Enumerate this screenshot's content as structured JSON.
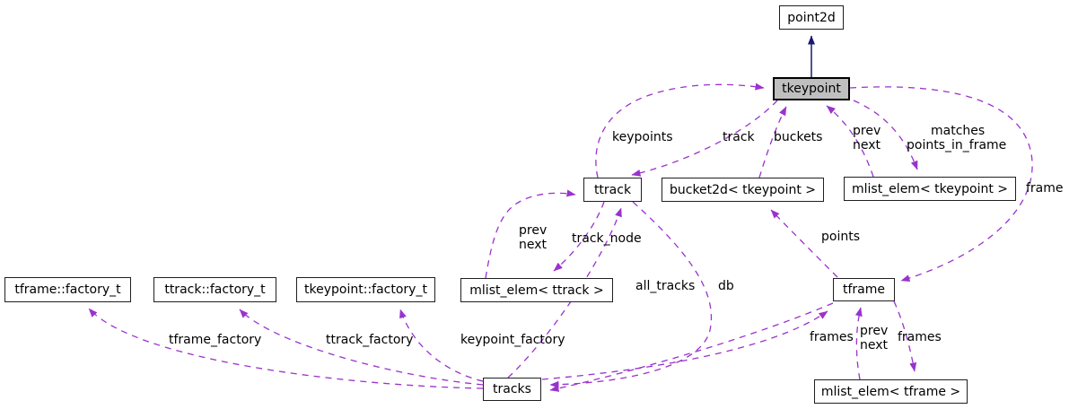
{
  "diagram": {
    "type": "collaboration-graph",
    "highlighted_node": "tkeypoint",
    "colors": {
      "usage_edge": "#9a32cd",
      "inheritance_edge": "#191970",
      "node_fill": "#ffffff",
      "highlight_fill": "#bfbfbf",
      "node_border": "#1f1f1f",
      "text": "#000000"
    },
    "nodes": [
      {
        "id": "point2d",
        "label": "point2d"
      },
      {
        "id": "tkeypoint",
        "label": "tkeypoint"
      },
      {
        "id": "ttrack",
        "label": "ttrack"
      },
      {
        "id": "bucket2d-tkeypoint",
        "label": "bucket2d< tkeypoint >"
      },
      {
        "id": "mlist-elem-tkeypoint",
        "label": "mlist_elem< tkeypoint >"
      },
      {
        "id": "tframe-factory-t",
        "label": "tframe::factory_t"
      },
      {
        "id": "ttrack-factory-t",
        "label": "ttrack::factory_t"
      },
      {
        "id": "tkeypoint-factory-t",
        "label": "tkeypoint::factory_t"
      },
      {
        "id": "mlist-elem-ttrack",
        "label": "mlist_elem< ttrack >"
      },
      {
        "id": "tframe",
        "label": "tframe"
      },
      {
        "id": "tracks",
        "label": "tracks"
      },
      {
        "id": "mlist-elem-tframe",
        "label": "mlist_elem< tframe >"
      }
    ],
    "edge_labels": [
      {
        "text": "keypoints"
      },
      {
        "text": "track"
      },
      {
        "text": "buckets"
      },
      {
        "text": "prev"
      },
      {
        "text": "next"
      },
      {
        "text": "matches"
      },
      {
        "text": "points_in_frame"
      },
      {
        "text": "frame"
      },
      {
        "text": "prev"
      },
      {
        "text": "next"
      },
      {
        "text": "track_node"
      },
      {
        "text": "points"
      },
      {
        "text": "all_tracks"
      },
      {
        "text": "db"
      },
      {
        "text": "tframe_factory"
      },
      {
        "text": "ttrack_factory"
      },
      {
        "text": "keypoint_factory"
      },
      {
        "text": "frames"
      },
      {
        "text": "prev"
      },
      {
        "text": "next"
      },
      {
        "text": "frames"
      }
    ],
    "edges": [
      {
        "from": "tkeypoint",
        "to": "point2d",
        "kind": "inheritance",
        "label": ""
      },
      {
        "from": "ttrack",
        "to": "tkeypoint",
        "kind": "usage",
        "label": "keypoints"
      },
      {
        "from": "tkeypoint",
        "to": "ttrack",
        "kind": "usage",
        "label": "track"
      },
      {
        "from": "bucket2d-tkeypoint",
        "to": "tkeypoint",
        "kind": "usage",
        "label": "buckets"
      },
      {
        "from": "mlist-elem-tkeypoint",
        "to": "tkeypoint",
        "kind": "usage",
        "label": "prev next"
      },
      {
        "from": "tkeypoint",
        "to": "mlist-elem-tkeypoint",
        "kind": "usage",
        "label": "matches points_in_frame"
      },
      {
        "from": "tkeypoint",
        "to": "tframe",
        "kind": "usage",
        "label": "frame"
      },
      {
        "from": "mlist-elem-ttrack",
        "to": "ttrack",
        "kind": "usage",
        "label": "prev next"
      },
      {
        "from": "ttrack",
        "to": "mlist-elem-ttrack",
        "kind": "usage",
        "label": "track_node"
      },
      {
        "from": "tracks",
        "to": "ttrack",
        "kind": "usage",
        "label": "all_tracks"
      },
      {
        "from": "ttrack",
        "to": "tracks",
        "kind": "usage",
        "label": "db"
      },
      {
        "from": "tframe",
        "to": "tracks",
        "kind": "usage",
        "label": ""
      },
      {
        "from": "tracks",
        "to": "tframe",
        "kind": "usage",
        "label": "frames"
      },
      {
        "from": "mlist-elem-tframe",
        "to": "tframe",
        "kind": "usage",
        "label": "prev next"
      },
      {
        "from": "tframe",
        "to": "mlist-elem-tframe",
        "kind": "usage",
        "label": "frames"
      },
      {
        "from": "tframe",
        "to": "bucket2d-tkeypoint",
        "kind": "usage",
        "label": "points"
      },
      {
        "from": "tracks",
        "to": "tkeypoint-factory-t",
        "kind": "usage",
        "label": "keypoint_factory"
      },
      {
        "from": "tracks",
        "to": "ttrack-factory-t",
        "kind": "usage",
        "label": "ttrack_factory"
      },
      {
        "from": "tracks",
        "to": "tframe-factory-t",
        "kind": "usage",
        "label": "tframe_factory"
      }
    ]
  }
}
